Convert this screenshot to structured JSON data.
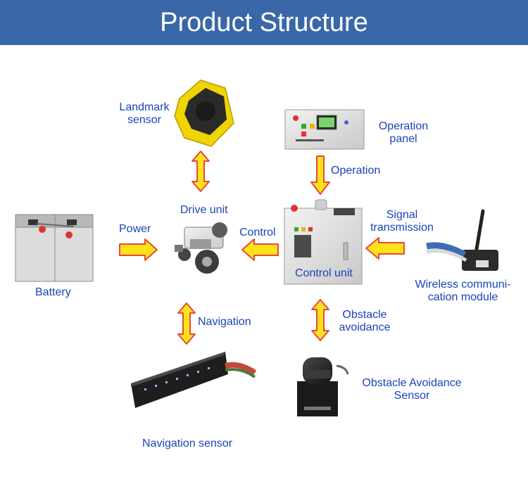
{
  "title": "Product Structure",
  "colors": {
    "header": "#3a67a7",
    "label": "#1a43b8",
    "arrow_fill": "#ffe21a",
    "arrow_stroke": "#e8483a"
  },
  "components": {
    "landmark_sensor": [
      "Landmark",
      "sensor"
    ],
    "operation_panel": [
      "Operation",
      "panel"
    ],
    "drive_unit": "Drive unit",
    "battery": "Battery",
    "control_unit": "Control unit",
    "wireless_module": [
      "Wireless communi-",
      "cation module"
    ],
    "navigation_sensor": "Navigation sensor",
    "obstacle_sensor": [
      "Obstacle Avoidance",
      "Sensor"
    ]
  },
  "flows": {
    "operation": "Operation",
    "power": "Power",
    "control": "Control",
    "signal": [
      "Signal",
      "transmission"
    ],
    "navigation": "Navigation",
    "obstacle": [
      "Obstacle",
      "avoidance"
    ]
  }
}
